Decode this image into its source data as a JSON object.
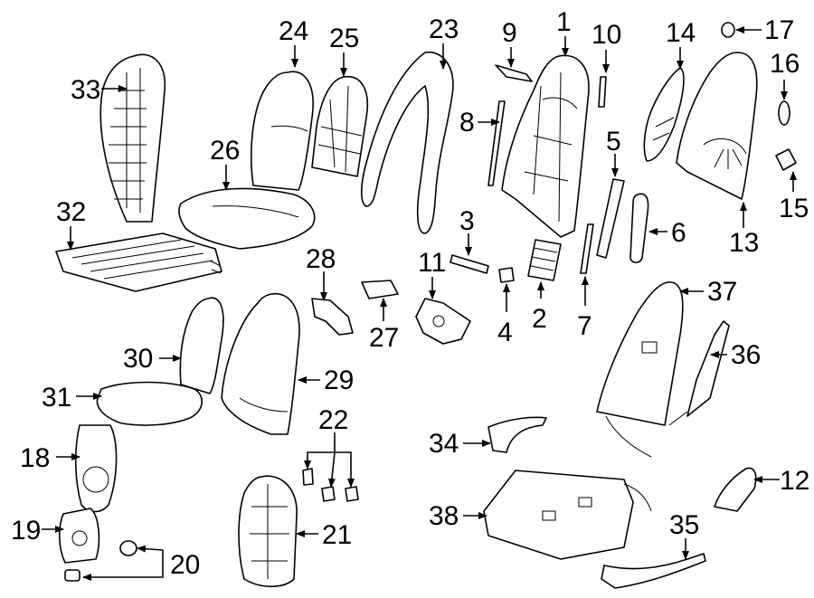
{
  "callouts": {
    "c1": "1",
    "c2": "2",
    "c3": "3",
    "c4": "4",
    "c5": "5",
    "c6": "6",
    "c7": "7",
    "c8": "8",
    "c9": "9",
    "c10": "10",
    "c11": "11",
    "c12": "12",
    "c13": "13",
    "c14": "14",
    "c15": "15",
    "c16": "16",
    "c17": "17",
    "c18": "18",
    "c19": "19",
    "c20": "20",
    "c21": "21",
    "c22": "22",
    "c23": "23",
    "c24": "24",
    "c25": "25",
    "c26": "26",
    "c27": "27",
    "c28": "28",
    "c29": "29",
    "c30": "30",
    "c31": "31",
    "c32": "32",
    "c33": "33",
    "c34": "34",
    "c35": "35",
    "c36": "36",
    "c37": "37",
    "c38": "38"
  }
}
